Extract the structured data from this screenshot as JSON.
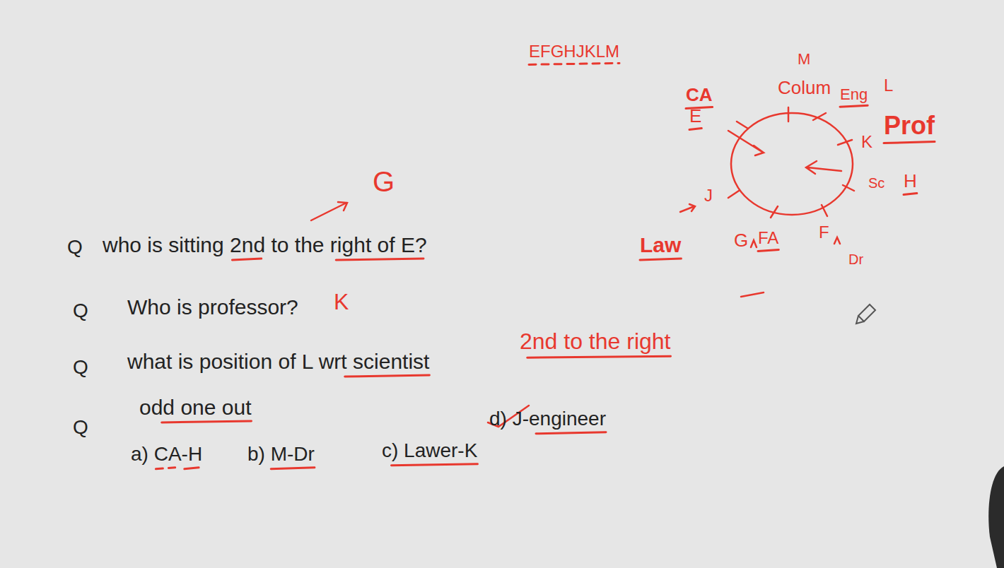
{
  "diagram": {
    "labels": [
      "EFGHJKLM",
      "M",
      "Colum",
      "Eng",
      "L",
      "CA",
      "E",
      "K",
      "Prof",
      "Sc",
      "H",
      "F",
      "Dr",
      "G",
      "FA",
      "J",
      "Law",
      "G",
      "Q",
      "who is sitting 2nd to the right of E?",
      "Q",
      "Who is professor?",
      "K",
      "Q",
      "what is position of L wrt scientist",
      "2nd to the right",
      "Q",
      "odd one out",
      "a) CA-H",
      "b) M-Dr",
      "c) Lawer-K",
      "d) J-engineer"
    ]
  }
}
